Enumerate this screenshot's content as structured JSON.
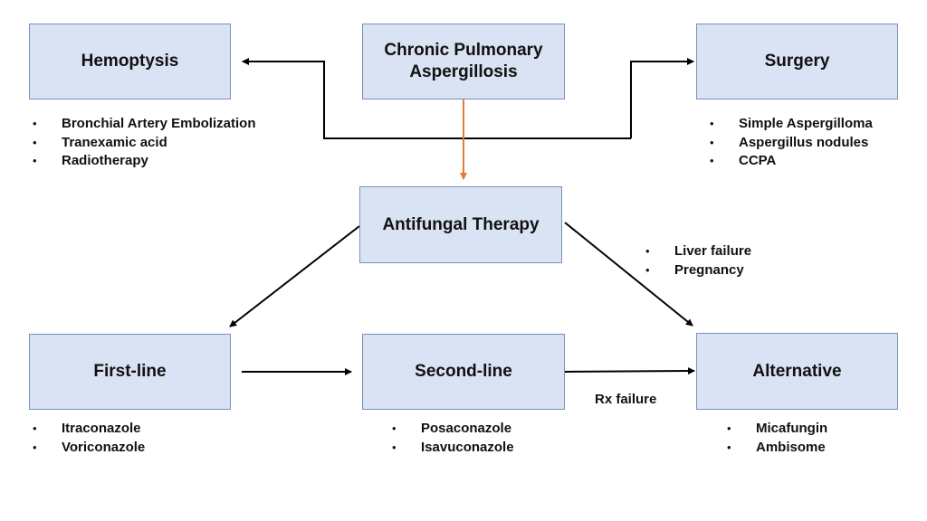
{
  "nodes": {
    "cpa": "Chronic Pulmonary Aspergillosis",
    "cpa_line1": "Chronic Pulmonary",
    "cpa_line2": "Aspergillosis",
    "hemoptysis": "Hemoptysis",
    "surgery": "Surgery",
    "antifungal": "Antifungal Therapy",
    "first_line": "First-line",
    "second_line": "Second-line",
    "alternative": "Alternative"
  },
  "lists": {
    "hemoptysis": [
      "Bronchial Artery Embolization",
      "Tranexamic acid",
      "Radiotherapy"
    ],
    "surgery": [
      "Simple Aspergilloma",
      "Aspergillus nodules",
      "CCPA"
    ],
    "alternative_indications": [
      "Liver failure",
      "Pregnancy"
    ],
    "first_line": [
      "Itraconazole",
      "Voriconazole"
    ],
    "second_line": [
      "Posaconazole",
      "Isavuconazole"
    ],
    "alternative": [
      "Micafungin",
      "Ambisome"
    ]
  },
  "edge_labels": {
    "rx_failure": "Rx failure"
  },
  "edges": [
    {
      "from": "cpa",
      "to": "hemoptysis"
    },
    {
      "from": "cpa",
      "to": "surgery"
    },
    {
      "from": "cpa",
      "to": "antifungal",
      "color": "#e07b39"
    },
    {
      "from": "antifungal",
      "to": "first_line"
    },
    {
      "from": "antifungal",
      "to": "alternative"
    },
    {
      "from": "first_line",
      "to": "second_line"
    },
    {
      "from": "second_line",
      "to": "alternative",
      "label": "Rx failure"
    }
  ],
  "colors": {
    "node_fill": "#dae3f3",
    "node_border": "#7a8fbf",
    "edge": "#000000",
    "main_edge": "#e07b39"
  }
}
